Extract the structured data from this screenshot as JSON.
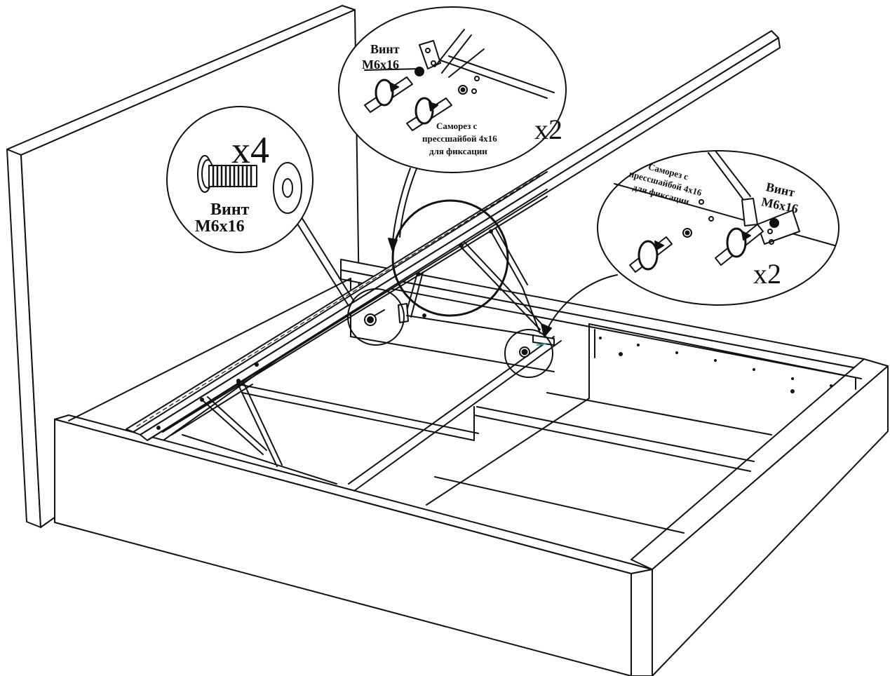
{
  "callouts": {
    "top": {
      "screw_label_line1": "Винт",
      "screw_label_line2": "М6х16",
      "tapping_label_line1": "Саморез с",
      "tapping_label_line2": "прессшайбой 4х16",
      "tapping_label_line3": "для фиксации",
      "count": "x2"
    },
    "left": {
      "count": "x4",
      "screw_label_line1": "Винт",
      "screw_label_line2": "М6х16"
    },
    "right": {
      "tapping_label_line1": "Саморез с",
      "tapping_label_line2": "прессшайбой 4х16",
      "tapping_label_line3": "для фиксации",
      "screw_label_line1": "Винт",
      "screw_label_line2": "М6х16",
      "count": "x2"
    }
  },
  "colors": {
    "line": "#111111",
    "background": "#ffffff",
    "accent": "#1aa8a0"
  }
}
